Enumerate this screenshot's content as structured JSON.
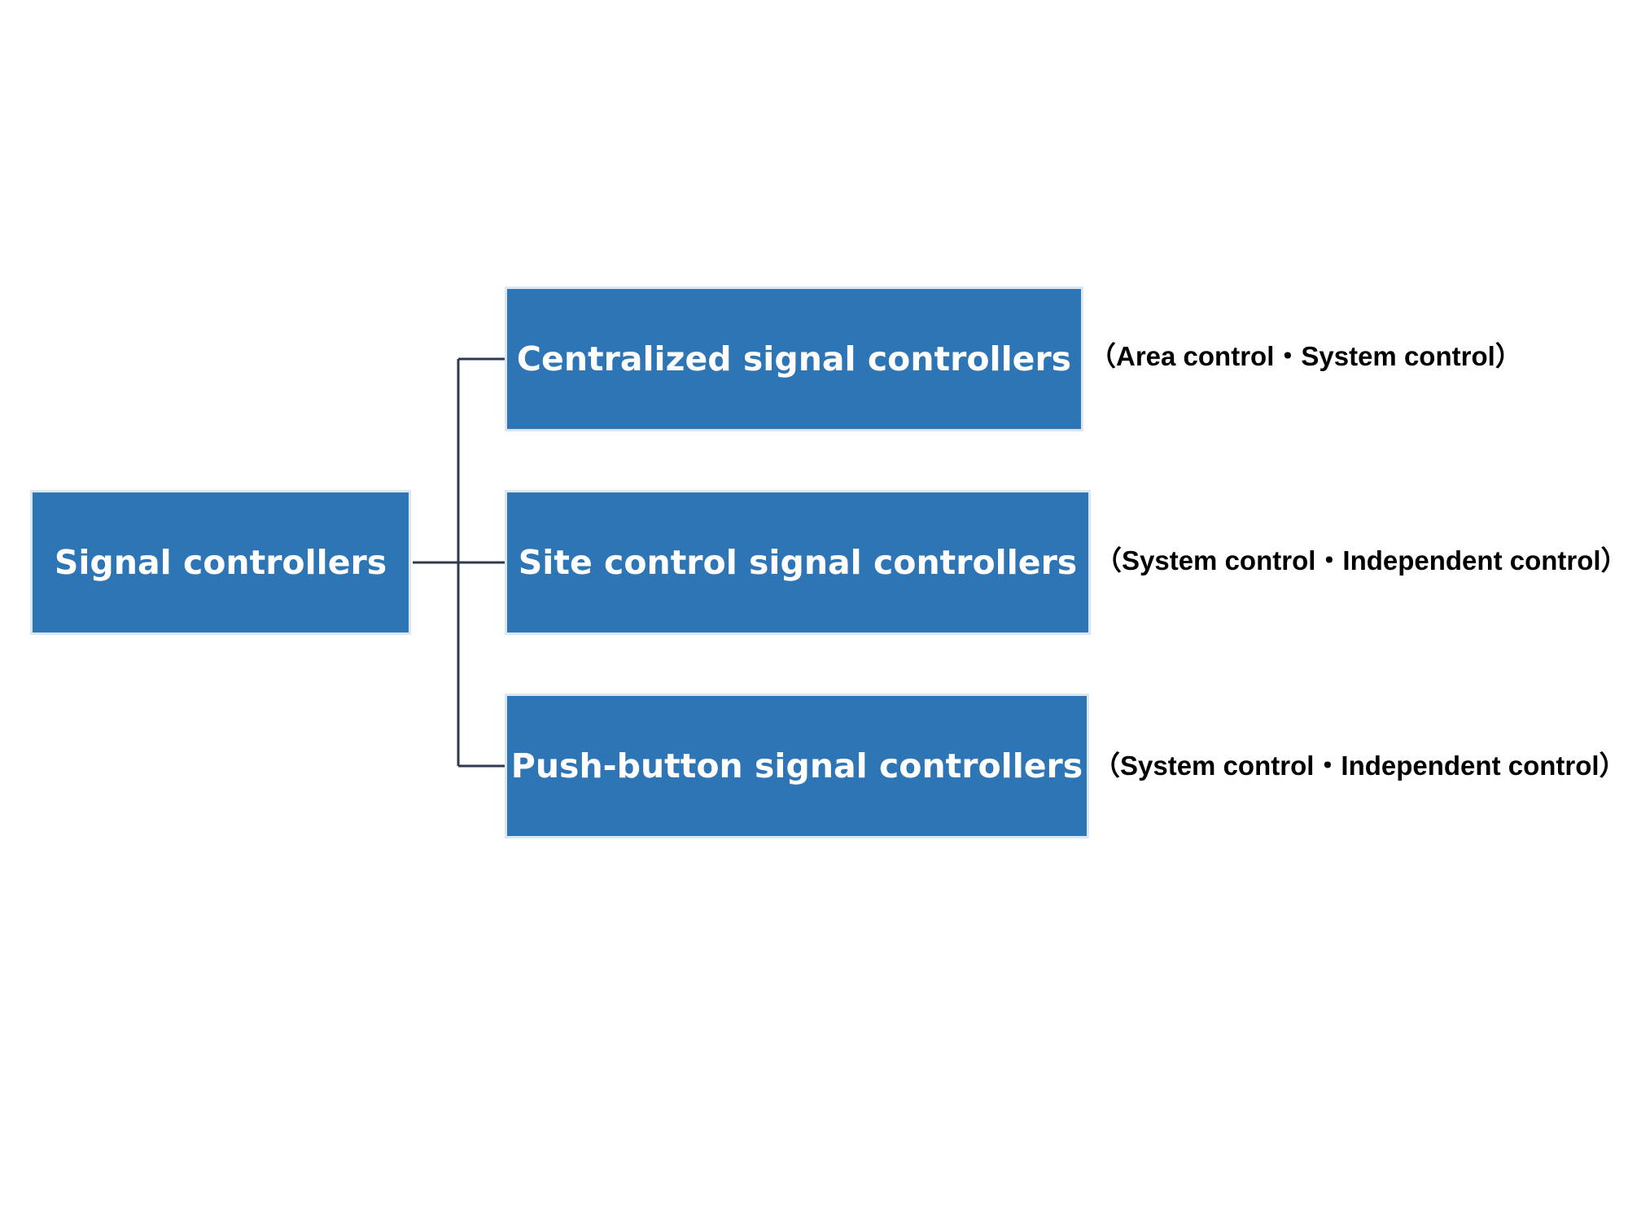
{
  "diagram": {
    "root": {
      "label": "Signal controllers"
    },
    "children": [
      {
        "label": "Centralized signal controllers",
        "note": "（Area control・System control）"
      },
      {
        "label": "Site control signal controllers",
        "note": "（System control・Independent control）"
      },
      {
        "label": "Push-button signal controllers",
        "note": "（System control・Independent control）"
      }
    ],
    "colors": {
      "box_fill": "#2e75b6",
      "box_border": "#dce6f2",
      "box_text": "#ffffff",
      "connector": "#2f3b4c",
      "note_text": "#000000"
    }
  }
}
